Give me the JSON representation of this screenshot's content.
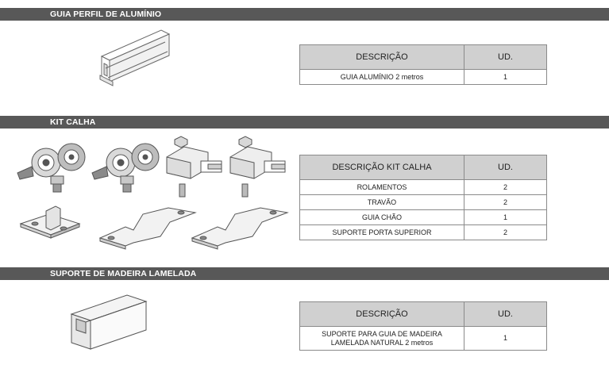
{
  "sections": [
    {
      "title": "GUIA PERFIL DE ALUMÍNIO",
      "table": {
        "headers": [
          "DESCRIÇÃO",
          "UD."
        ],
        "rows": [
          [
            "GUIA ALUMÍNIO 2 metros",
            "1"
          ]
        ]
      }
    },
    {
      "title": "KIT CALHA",
      "table": {
        "headers": [
          "DESCRIÇÃO KIT CALHA",
          "UD."
        ],
        "rows": [
          [
            "ROLAMENTOS",
            "2"
          ],
          [
            "TRAVÃO",
            "2"
          ],
          [
            "GUIA CHÃO",
            "1"
          ],
          [
            "SUPORTE PORTA SUPERIOR",
            "2"
          ]
        ]
      }
    },
    {
      "title": "SUPORTE DE MADEIRA LAMELADA",
      "table": {
        "headers": [
          "DESCRIÇÃO",
          "UD."
        ],
        "rows": [
          [
            "SUPORTE PARA GUIA DE MADEIRA LAMELADA NATURAL 2 metros",
            "1"
          ]
        ]
      }
    }
  ]
}
